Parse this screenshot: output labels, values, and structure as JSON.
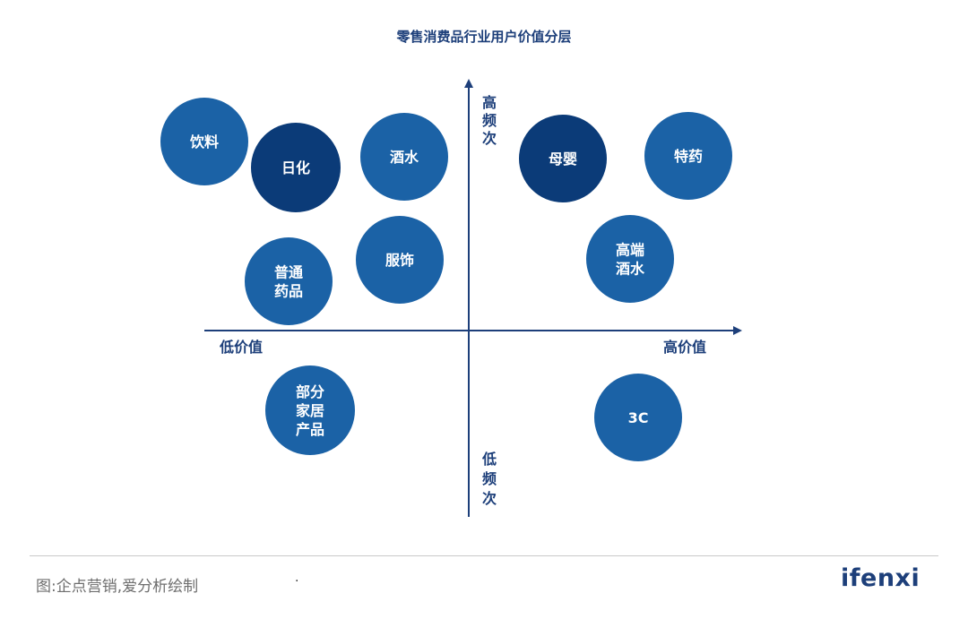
{
  "title": "零售消费品行业用户价值分层",
  "axes": {
    "x_low": "低价值",
    "x_high": "高价值",
    "y_high": [
      "高",
      "频",
      "次"
    ],
    "y_low": [
      "低",
      "频",
      "次"
    ]
  },
  "bubbles": [
    {
      "id": "yinliao",
      "lines": [
        "饮料"
      ],
      "color": "#1b62a6"
    },
    {
      "id": "rihua",
      "lines": [
        "日化"
      ],
      "color": "#0b3b78"
    },
    {
      "id": "jiushui",
      "lines": [
        "酒水"
      ],
      "color": "#1b62a6"
    },
    {
      "id": "puton-yaopin",
      "lines": [
        "普通",
        "药品"
      ],
      "color": "#1b62a6"
    },
    {
      "id": "fushi",
      "lines": [
        "服饰"
      ],
      "color": "#1b62a6"
    },
    {
      "id": "muying",
      "lines": [
        "母婴"
      ],
      "color": "#0b3b78"
    },
    {
      "id": "teyao",
      "lines": [
        "特药"
      ],
      "color": "#1b62a6"
    },
    {
      "id": "gaoduan-jiushui",
      "lines": [
        "高端",
        "酒水"
      ],
      "color": "#1b62a6"
    },
    {
      "id": "jiaju",
      "lines": [
        "部分",
        "家居",
        "产品"
      ],
      "color": "#1b62a6"
    },
    {
      "id": "3c",
      "lines": [
        "3C"
      ],
      "color": "#1b62a6"
    }
  ],
  "footer": {
    "source": "图:企点营销,爱分析绘制",
    "dot": "·",
    "logo": "ifenxi"
  }
}
